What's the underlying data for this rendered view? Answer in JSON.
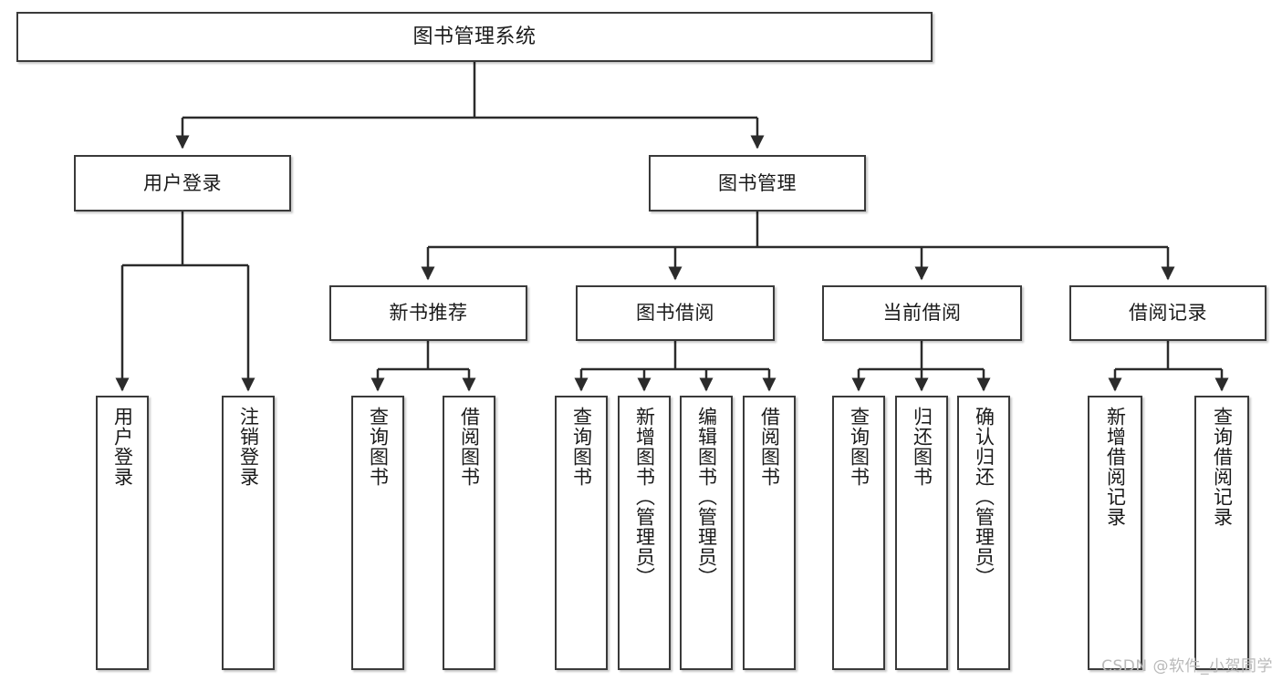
{
  "diagram": {
    "title": "图书管理系统",
    "type": "tree-hierarchy",
    "watermark": "CSDN @软件_小贺同学",
    "colors": {
      "box_border": "#3a3a3a",
      "box_fill": "#ffffff",
      "edge": "#2b2b2b",
      "text": "#1a1a1a",
      "watermark": "#b9b9b9"
    },
    "nodes": {
      "root": {
        "label": "图书管理系统"
      },
      "level2": [
        {
          "id": "user-login",
          "label": "用户登录"
        },
        {
          "id": "book-manage",
          "label": "图书管理"
        }
      ],
      "level3": [
        {
          "id": "new-book-rec",
          "label": "新书推荐"
        },
        {
          "id": "book-borrow",
          "label": "图书借阅"
        },
        {
          "id": "current-borrow",
          "label": "当前借阅"
        },
        {
          "id": "borrow-record",
          "label": "借阅记录"
        }
      ],
      "leaves": {
        "user_login": [
          {
            "id": "leaf-user-login",
            "label": "用户登录"
          },
          {
            "id": "leaf-logout",
            "label": "注销登录"
          }
        ],
        "new_book_rec": [
          {
            "id": "leaf-query-book-1",
            "label": "查询图书"
          },
          {
            "id": "leaf-borrow-book-1",
            "label": "借阅图书"
          }
        ],
        "book_borrow": [
          {
            "id": "leaf-query-book-2",
            "label": "查询图书"
          },
          {
            "id": "leaf-add-book",
            "label": "新增图书（管理员）"
          },
          {
            "id": "leaf-edit-book",
            "label": "编辑图书（管理员）"
          },
          {
            "id": "leaf-borrow-book-2",
            "label": "借阅图书"
          }
        ],
        "current_borrow": [
          {
            "id": "leaf-query-book-3",
            "label": "查询图书"
          },
          {
            "id": "leaf-return-book",
            "label": "归还图书"
          },
          {
            "id": "leaf-confirm-return",
            "label": "确认归还（管理员）"
          }
        ],
        "borrow_record": [
          {
            "id": "leaf-add-record",
            "label": "新增借阅记录"
          },
          {
            "id": "leaf-query-record",
            "label": "查询借阅记录"
          }
        ]
      }
    }
  }
}
